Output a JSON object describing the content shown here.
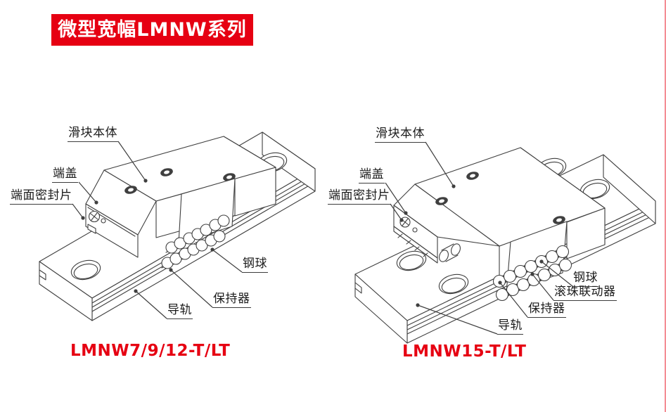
{
  "page": {
    "title_banner": {
      "text": "微型宽幅LMNW系列",
      "bg_color": "#e60012",
      "text_color": "#ffffff"
    },
    "accent_red": "#e60012",
    "line_color": "#3f3f3f"
  },
  "figures": [
    {
      "id": "lmnw-7-9-12",
      "caption": "LMNW7/9/12-T/LT",
      "labels": [
        {
          "text": "滑块本体"
        },
        {
          "text": "端盖"
        },
        {
          "text": "端面密封片"
        },
        {
          "text": "钢球"
        },
        {
          "text": "保持器"
        },
        {
          "text": "导轨"
        }
      ]
    },
    {
      "id": "lmnw-15",
      "caption": "LMNW15-T/LT",
      "labels": [
        {
          "text": "滑块本体"
        },
        {
          "text": "端盖"
        },
        {
          "text": "端面密封片"
        },
        {
          "text": "钢球"
        },
        {
          "text": "滚珠联动器"
        },
        {
          "text": "保持器"
        },
        {
          "text": "导轨"
        }
      ]
    }
  ]
}
